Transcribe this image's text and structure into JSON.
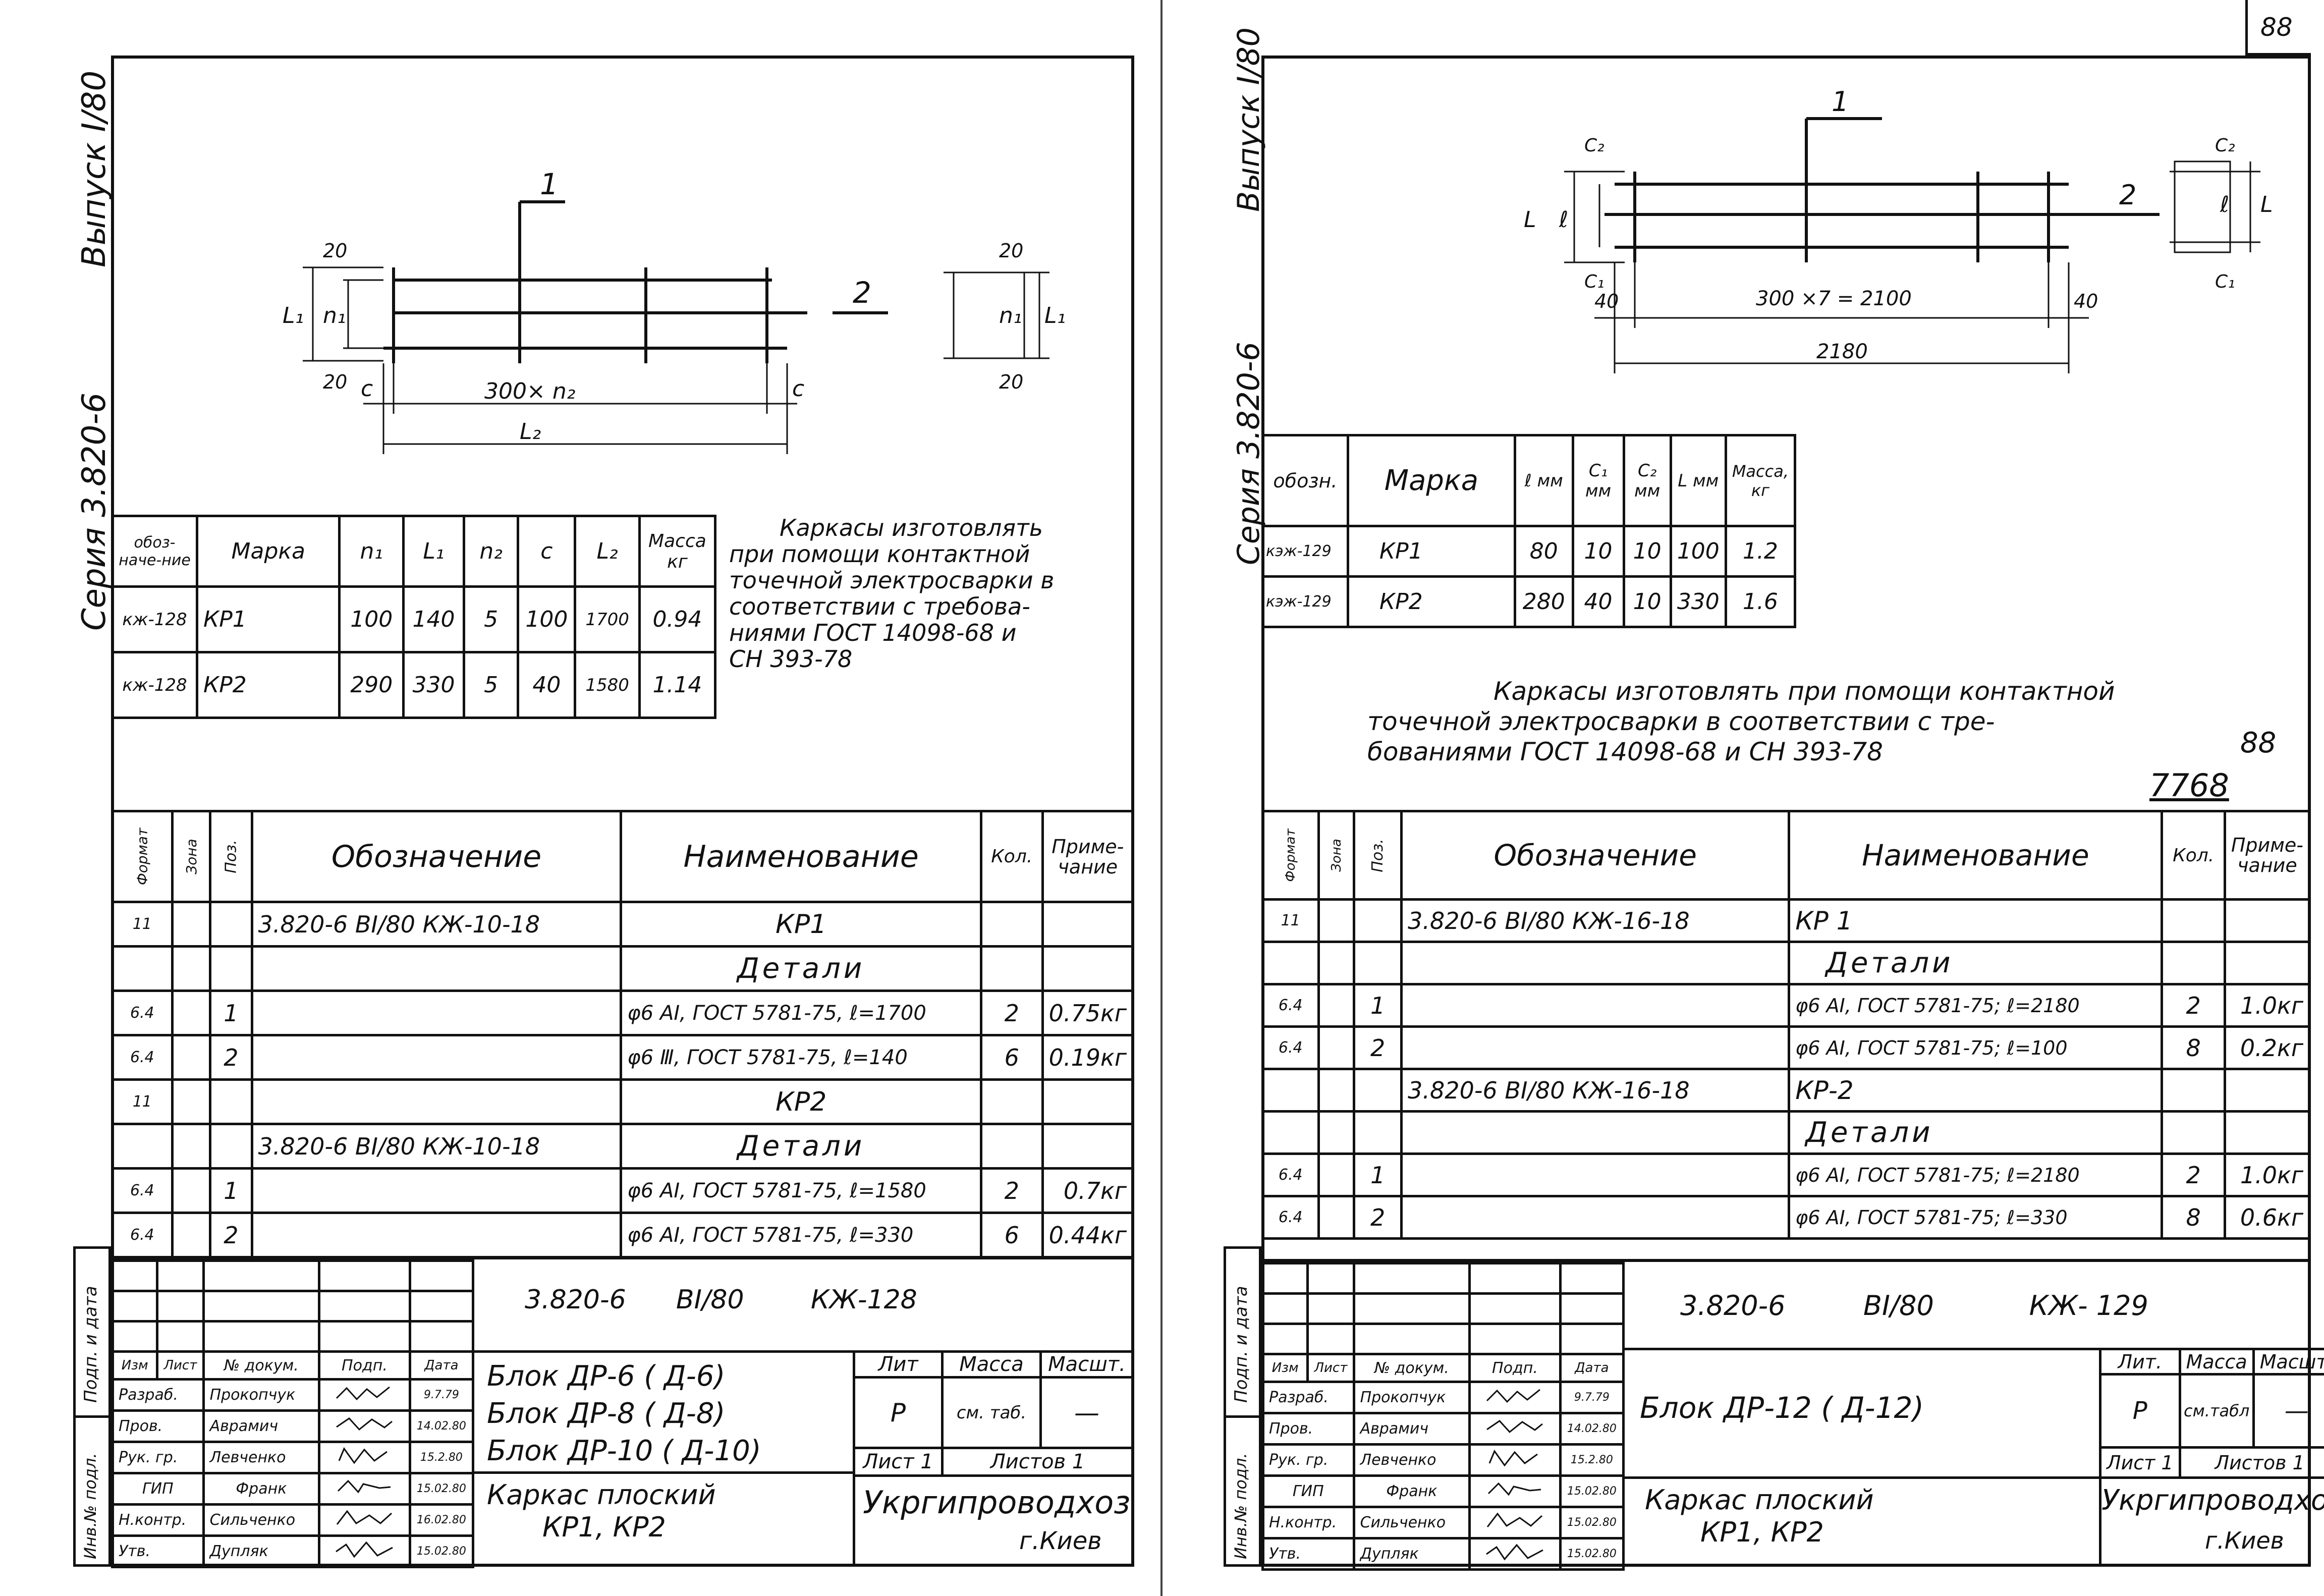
{
  "left": {
    "series_label": "Серия 3.820-6",
    "issue_label": "Выпуск I/80",
    "dim": {
      "pos1": "1",
      "pos2": "2",
      "d20a": "20",
      "d20b": "20",
      "d20c": "20",
      "d20d": "20",
      "n1": "n₁",
      "L1": "L₁",
      "c": "c",
      "spacing": "300× n₂",
      "L2": "L₂"
    },
    "spec": {
      "headers": [
        "обоз-наче-ние",
        "Марка",
        "n₁",
        "L₁",
        "n₂",
        "c",
        "L₂",
        "Масса кг"
      ],
      "rows": [
        [
          "кж-128",
          "КР1",
          "100",
          "140",
          "5",
          "100",
          "1700",
          "0.94"
        ],
        [
          "кж-128",
          "КР2",
          "290",
          "330",
          "5",
          "40",
          "1580",
          "1.14"
        ]
      ]
    },
    "note": [
      "Каркасы изготовлять",
      "при помощи контактной",
      "точечной электросварки в",
      "соответствии с требова-",
      "ниями ГОСТ 14098-68 и",
      "СН 393-78"
    ],
    "parts": {
      "headers": [
        "Формат",
        "Зона",
        "Поз.",
        "Обозначение",
        "Наименование",
        "Кол.",
        "Приме-чание"
      ],
      "rows": [
        [
          "11",
          "",
          "",
          "3.820-6   BI/80 КЖ-10-18",
          "КР1",
          "",
          ""
        ],
        [
          "",
          "",
          "",
          "",
          "Детали",
          "",
          ""
        ],
        [
          "6.4",
          "",
          "1",
          "",
          "φ6 AI, ГОСТ 5781-75, ℓ=1700",
          "2",
          "0.75кг"
        ],
        [
          "6.4",
          "",
          "2",
          "",
          "φ6 Ⅲ, ГОСТ 5781-75, ℓ=140",
          "6",
          "0.19кг"
        ],
        [
          "11",
          "",
          "",
          "",
          "КР2",
          "",
          ""
        ],
        [
          "",
          "",
          "",
          "3.820-6   BI/80 КЖ-10-18",
          "Детали",
          "",
          ""
        ],
        [
          "6.4",
          "",
          "1",
          "",
          "φ6 AI, ГОСТ 5781-75, ℓ=1580",
          "2",
          "0.7кг"
        ],
        [
          "6.4",
          "",
          "2",
          "",
          "φ6 AI, ГОСТ 5781-75, ℓ=330",
          "6",
          "0.44кг"
        ]
      ]
    },
    "title_block": {
      "code": "3.820-6      BI/80        КЖ-128",
      "name": [
        "Блок ДР-6 ( Д-6)",
        "Блок ДР-8 ( Д-8)",
        "Блок ДР-10 ( Д-10)"
      ],
      "sub": [
        "Каркас плоский",
        "КР1, КР2"
      ],
      "lit_h": "Лит",
      "mass_h": "Масса",
      "scale_h": "Масшт.",
      "lit": "Р",
      "mass": "см. таб.",
      "scale": "—",
      "sheet": "Лист 1",
      "sheets": "Листов 1",
      "org": "Укргипроводхоз",
      "city": "г.Киев",
      "head": [
        "Изм",
        "Лист",
        "№ докум.",
        "Подп.",
        "Дата"
      ],
      "staff": [
        [
          "Разраб.",
          "Прокопчук",
          "9.7.79"
        ],
        [
          "Пров.",
          "Аврамич",
          "14.02.80"
        ],
        [
          "Рук. гр.",
          "Левченко",
          "15.2.80"
        ],
        [
          "ГИП",
          "Франк",
          "15.02.80"
        ],
        [
          "Н.контр.",
          "Сильченко",
          "16.02.80"
        ],
        [
          "Утв.",
          "Дупляк",
          "15.02.80"
        ]
      ],
      "side1": "Подп. и дата",
      "side2": "Инв.№ подл."
    }
  },
  "right": {
    "page_no": "88",
    "series_label": "Серия 3.820-6",
    "issue_label": "Выпуск I/80",
    "dim": {
      "pos1": "1",
      "pos2": "2",
      "c2": "C₂",
      "l": "ℓ",
      "L": "L",
      "c1": "C₁",
      "d40a": "40",
      "d40b": "40",
      "spacing": "300 ×7 = 2100",
      "total": "2180"
    },
    "spec": {
      "headers": [
        "обозн.",
        "Марка",
        "ℓ мм",
        "C₁ мм",
        "C₂ мм",
        "L мм",
        "Масса, кг"
      ],
      "rows": [
        [
          "кэж-129",
          "КР1",
          "80",
          "10",
          "10",
          "100",
          "1.2"
        ],
        [
          "кэж-129",
          "КР2",
          "280",
          "40",
          "10",
          "330",
          "1.6"
        ]
      ]
    },
    "note": [
      "Каркасы изготовлять при помощи контактной",
      "точечной электросварки в соответствии с тре-",
      "бованиями ГОСТ 14098-68 и СН 393-78"
    ],
    "stamp_a": "88",
    "stamp_b": "7768",
    "parts": {
      "headers": [
        "Формат",
        "Зона",
        "Поз.",
        "Обозначение",
        "Наименование",
        "Кол.",
        "Приме-чание"
      ],
      "rows": [
        [
          "11",
          "",
          "",
          "3.820-6   BI/80 КЖ-16-18",
          "КР 1",
          "",
          ""
        ],
        [
          "",
          "",
          "",
          "",
          "Детали",
          "",
          ""
        ],
        [
          "6.4",
          "",
          "1",
          "",
          "φ6 AI, ГОСТ 5781-75; ℓ=2180",
          "2",
          "1.0кг"
        ],
        [
          "6.4",
          "",
          "2",
          "",
          "φ6 AI, ГОСТ 5781-75; ℓ=100",
          "8",
          "0.2кг"
        ],
        [
          "",
          "",
          "",
          "3.820-6   BI/80 КЖ-16-18",
          "КР-2",
          "",
          ""
        ],
        [
          "",
          "",
          "",
          "",
          "Детали",
          "",
          ""
        ],
        [
          "6.4",
          "",
          "1",
          "",
          "φ6 AI, ГОСТ 5781-75; ℓ=2180",
          "2",
          "1.0кг"
        ],
        [
          "6.4",
          "",
          "2",
          "",
          "φ6 AI, ГОСТ 5781-75; ℓ=330",
          "8",
          "0.6кг"
        ]
      ]
    },
    "title_block": {
      "code": "3.820-6         BI/80           КЖ- 129",
      "name": [
        "Блок ДР-12 ( Д-12)"
      ],
      "sub": [
        "Каркас плоский",
        "КР1, КР2"
      ],
      "lit_h": "Лит.",
      "mass_h": "Масса",
      "scale_h": "Масшт.",
      "lit": "Р",
      "mass": "см.табл",
      "scale": "—",
      "sheet": "Лист 1",
      "sheets": "Листов 1",
      "org": "Укргипроводхоз",
      "city": "г.Киев",
      "head": [
        "Изм",
        "Лист",
        "№ докум.",
        "Подп.",
        "Дата"
      ],
      "staff": [
        [
          "Разраб.",
          "Прокопчук",
          "9.7.79"
        ],
        [
          "Пров.",
          "Аврамич",
          "14.02.80"
        ],
        [
          "Рук. гр.",
          "Левченко",
          "15.2.80"
        ],
        [
          "ГИП",
          "Франк",
          "15.02.80"
        ],
        [
          "Н.контр.",
          "Сильченко",
          "15.02.80"
        ],
        [
          "Утв.",
          "Дупляк",
          "15.02.80"
        ]
      ],
      "side1": "Подп. и дата",
      "side2": "Инв.№ подл."
    }
  }
}
